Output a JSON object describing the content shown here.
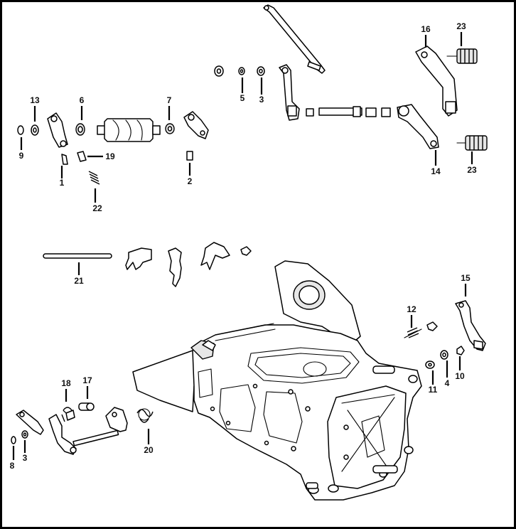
{
  "callouts": [
    {
      "label": "1",
      "accent": true
    },
    {
      "label": "2",
      "accent": false
    },
    {
      "label": "3",
      "accent": false
    },
    {
      "label": "3",
      "accent": false
    },
    {
      "label": "4",
      "accent": false
    },
    {
      "label": "5",
      "accent": false
    },
    {
      "label": "6",
      "accent": false
    },
    {
      "label": "7",
      "accent": false
    },
    {
      "label": "8",
      "accent": false
    },
    {
      "label": "9",
      "accent": false
    },
    {
      "label": "10",
      "accent": false
    },
    {
      "label": "11",
      "accent": true
    },
    {
      "label": "12",
      "accent": false
    },
    {
      "label": "13",
      "accent": false
    },
    {
      "label": "14",
      "accent": true
    },
    {
      "label": "15",
      "accent": false
    },
    {
      "label": "16",
      "accent": false
    },
    {
      "label": "17",
      "accent": false
    },
    {
      "label": "18",
      "accent": true
    },
    {
      "label": "19",
      "accent": false
    },
    {
      "label": "20",
      "accent": false
    },
    {
      "label": "21",
      "accent": false
    },
    {
      "label": "22",
      "accent": false
    },
    {
      "label": "23",
      "accent": false
    },
    {
      "label": "23",
      "accent": false
    }
  ],
  "colors": {
    "ink": "#000000",
    "accent_label": "#7a0f0f",
    "background": "#ffffff"
  }
}
